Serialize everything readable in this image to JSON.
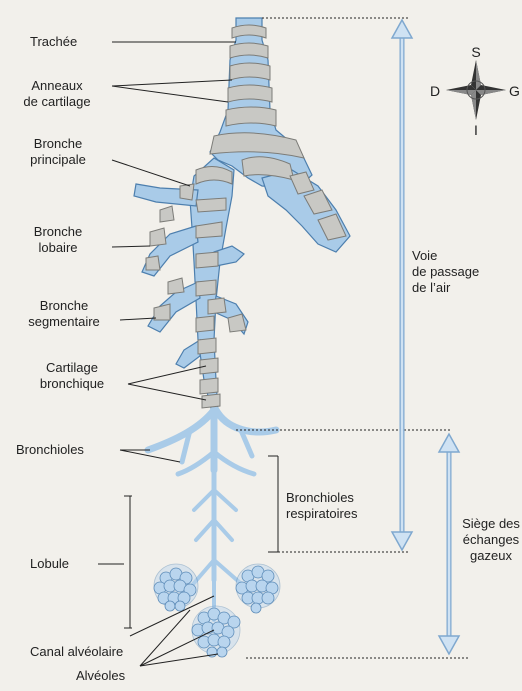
{
  "colors": {
    "background": "#f2f0eb",
    "airway_fill": "#a9cbe8",
    "airway_stroke": "#4d7fae",
    "cartilage_fill": "#c8c8c4",
    "cartilage_stroke": "#7c7c78",
    "alveoli_fill": "#b9d5ee",
    "arrow": "#a9cbe8",
    "line": "#222222"
  },
  "labels": {
    "trachee": "Trachée",
    "anneaux_1": "Anneaux",
    "anneaux_2": "de cartilage",
    "bronche_principale_1": "Bronche",
    "bronche_principale_2": "principale",
    "bronche_lobaire_1": "Bronche",
    "bronche_lobaire_2": "lobaire",
    "bronche_segmentaire_1": "Bronche",
    "bronche_segmentaire_2": "segmentaire",
    "cartilage_bronchique_1": "Cartilage",
    "cartilage_bronchique_2": "bronchique",
    "bronchioles": "Bronchioles",
    "bronchioles_resp_1": "Bronchioles",
    "bronchioles_resp_2": "respiratoires",
    "lobule": "Lobule",
    "canal_alveolaire": "Canal alvéolaire",
    "alveoles": "Alvéoles",
    "voie_1": "Voie",
    "voie_2": "de passage",
    "voie_3": "de l’air",
    "siege_1": "Siège des",
    "siege_2": "échanges",
    "siege_3": "gazeux"
  },
  "compass": {
    "north": "S",
    "south": "I",
    "west": "D",
    "east": "G",
    "icon": "compass-rose-icon"
  }
}
